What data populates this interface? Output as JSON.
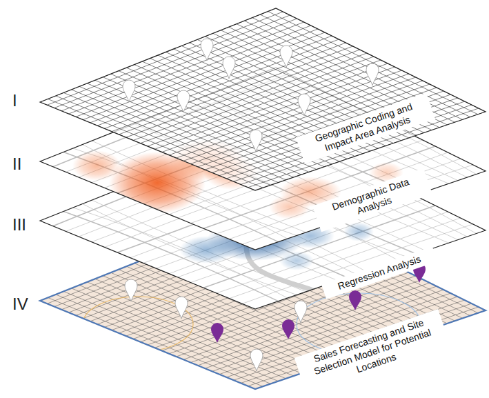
{
  "diagram": {
    "nodes": [
      {
        "text": [
          "Geographic Coding and Impact Area Analysis"
        ]
      },
      {
        "text": [
          "Demographic Data Analysis"
        ]
      },
      {
        "text": [
          "Regression Analysis"
        ]
      },
      {
        "text": [
          "Sales Forecasting and Site Selection Model for Potential Locations"
        ]
      }
    ],
    "edges": [],
    "labels": [
      "I",
      "II",
      "III",
      "IV"
    ]
  }
}
